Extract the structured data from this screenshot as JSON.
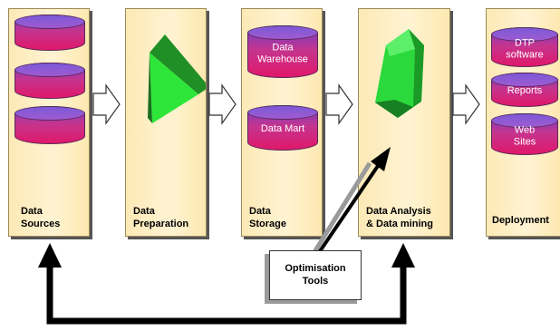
{
  "stages": [
    {
      "label": "Data\nSources"
    },
    {
      "label": "Data\nPreparation"
    },
    {
      "label": "Data\nStorage",
      "stores": [
        "Data\nWarehouse",
        "Data Mart"
      ]
    },
    {
      "label": "Data Analysis\n& Data mining"
    },
    {
      "label": "Deployment",
      "outputs": [
        "DTP\nsoftware",
        "Reports",
        "Web\nSites"
      ]
    }
  ],
  "tools": {
    "label": "Optimisation\nTools"
  },
  "colors": {
    "panel": "#fde9b6",
    "cylinder": "#c4358f",
    "prism": "#22cc33",
    "arrow": "#000000"
  }
}
